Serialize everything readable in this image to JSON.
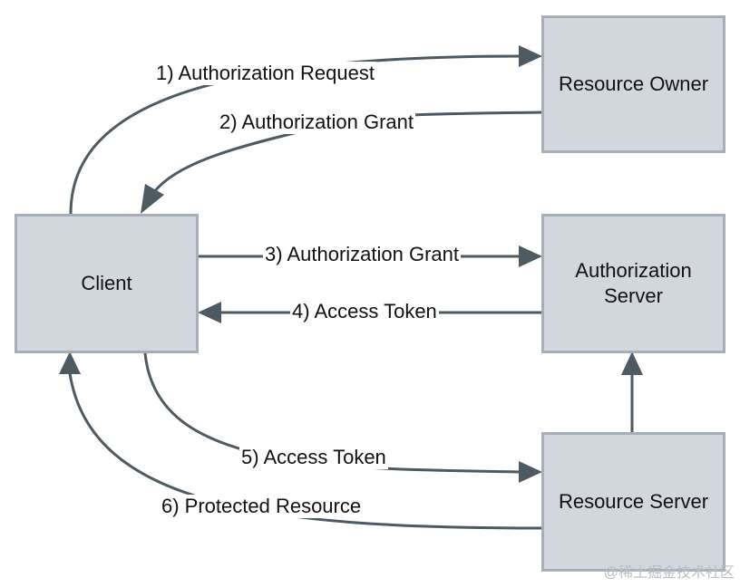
{
  "nodes": {
    "resource_owner": "Resource Owner",
    "client": "Client",
    "authorization_server": [
      "Authorization",
      "Server"
    ],
    "resource_server": "Resource Server"
  },
  "flows": {
    "step1": "1) Authorization Request",
    "step2": "2) Authorization Grant",
    "step3": "3) Authorization Grant",
    "step4": "4) Access Token",
    "step5": "5) Access Token",
    "step6": "6) Protected Resource"
  },
  "watermark": "@稀土掘金技术社区",
  "colors": {
    "box_fill": "#d1d7dd",
    "box_border": "#a6aeb7",
    "line": "#4e5a61"
  }
}
